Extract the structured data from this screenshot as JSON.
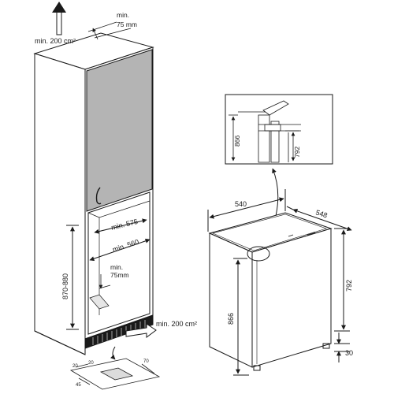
{
  "labels": {
    "top_vent_area": "min. 200 cm²",
    "top_gap_line1": "min.",
    "top_gap_line2": "75 mm",
    "niche_depth": "min. 575",
    "niche_width": "min. 560",
    "niche_height": "870-880",
    "back_gap_line1": "min.",
    "back_gap_line2": "75mm",
    "bottom_vent_area": "min. 200 cm²",
    "appliance_width": "540",
    "appliance_depth": "548",
    "appliance_height_outer": "866",
    "appliance_height_right": "792",
    "feet_height": "30",
    "detail_height_866": "866",
    "detail_height_792": "792",
    "grille_dim_a": "20",
    "grille_dim_b": "20",
    "grille_dim_c": "70",
    "grille_dim_d": "45"
  },
  "colors": {
    "line": "#1a1a1a",
    "cabinet_door": "#b4b4b4",
    "background": "#ffffff"
  },
  "icons": {
    "airflow_up": "arrow-up-icon",
    "airflow_in": "arrow-right-icon"
  }
}
